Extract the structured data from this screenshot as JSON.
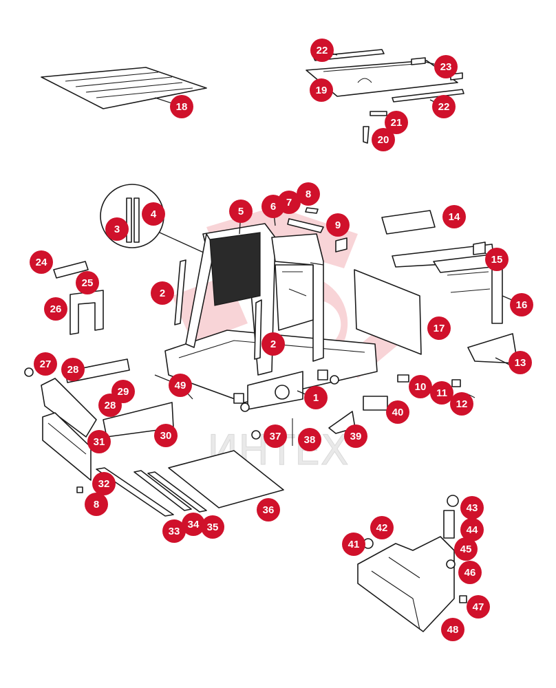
{
  "watermark": {
    "text": "ИНТЕХ",
    "color": "#f2b8bd"
  },
  "accent_color": "#d0112b",
  "callouts": [
    {
      "label": "1"
    },
    {
      "label": "2"
    },
    {
      "label": "2"
    },
    {
      "label": "3"
    },
    {
      "label": "4"
    },
    {
      "label": "5"
    },
    {
      "label": "6"
    },
    {
      "label": "7"
    },
    {
      "label": "8"
    },
    {
      "label": "8"
    },
    {
      "label": "9"
    },
    {
      "label": "10"
    },
    {
      "label": "11"
    },
    {
      "label": "12"
    },
    {
      "label": "13"
    },
    {
      "label": "14"
    },
    {
      "label": "15"
    },
    {
      "label": "16"
    },
    {
      "label": "17"
    },
    {
      "label": "18"
    },
    {
      "label": "19"
    },
    {
      "label": "20"
    },
    {
      "label": "21"
    },
    {
      "label": "22"
    },
    {
      "label": "22"
    },
    {
      "label": "23"
    },
    {
      "label": "24"
    },
    {
      "label": "25"
    },
    {
      "label": "26"
    },
    {
      "label": "27"
    },
    {
      "label": "28"
    },
    {
      "label": "28"
    },
    {
      "label": "29"
    },
    {
      "label": "30"
    },
    {
      "label": "31"
    },
    {
      "label": "32"
    },
    {
      "label": "33"
    },
    {
      "label": "34"
    },
    {
      "label": "35"
    },
    {
      "label": "36"
    },
    {
      "label": "37"
    },
    {
      "label": "38"
    },
    {
      "label": "39"
    },
    {
      "label": "40"
    },
    {
      "label": "41"
    },
    {
      "label": "42"
    },
    {
      "label": "43"
    },
    {
      "label": "44"
    },
    {
      "label": "45"
    },
    {
      "label": "46"
    },
    {
      "label": "47"
    },
    {
      "label": "48"
    },
    {
      "label": "49"
    }
  ]
}
